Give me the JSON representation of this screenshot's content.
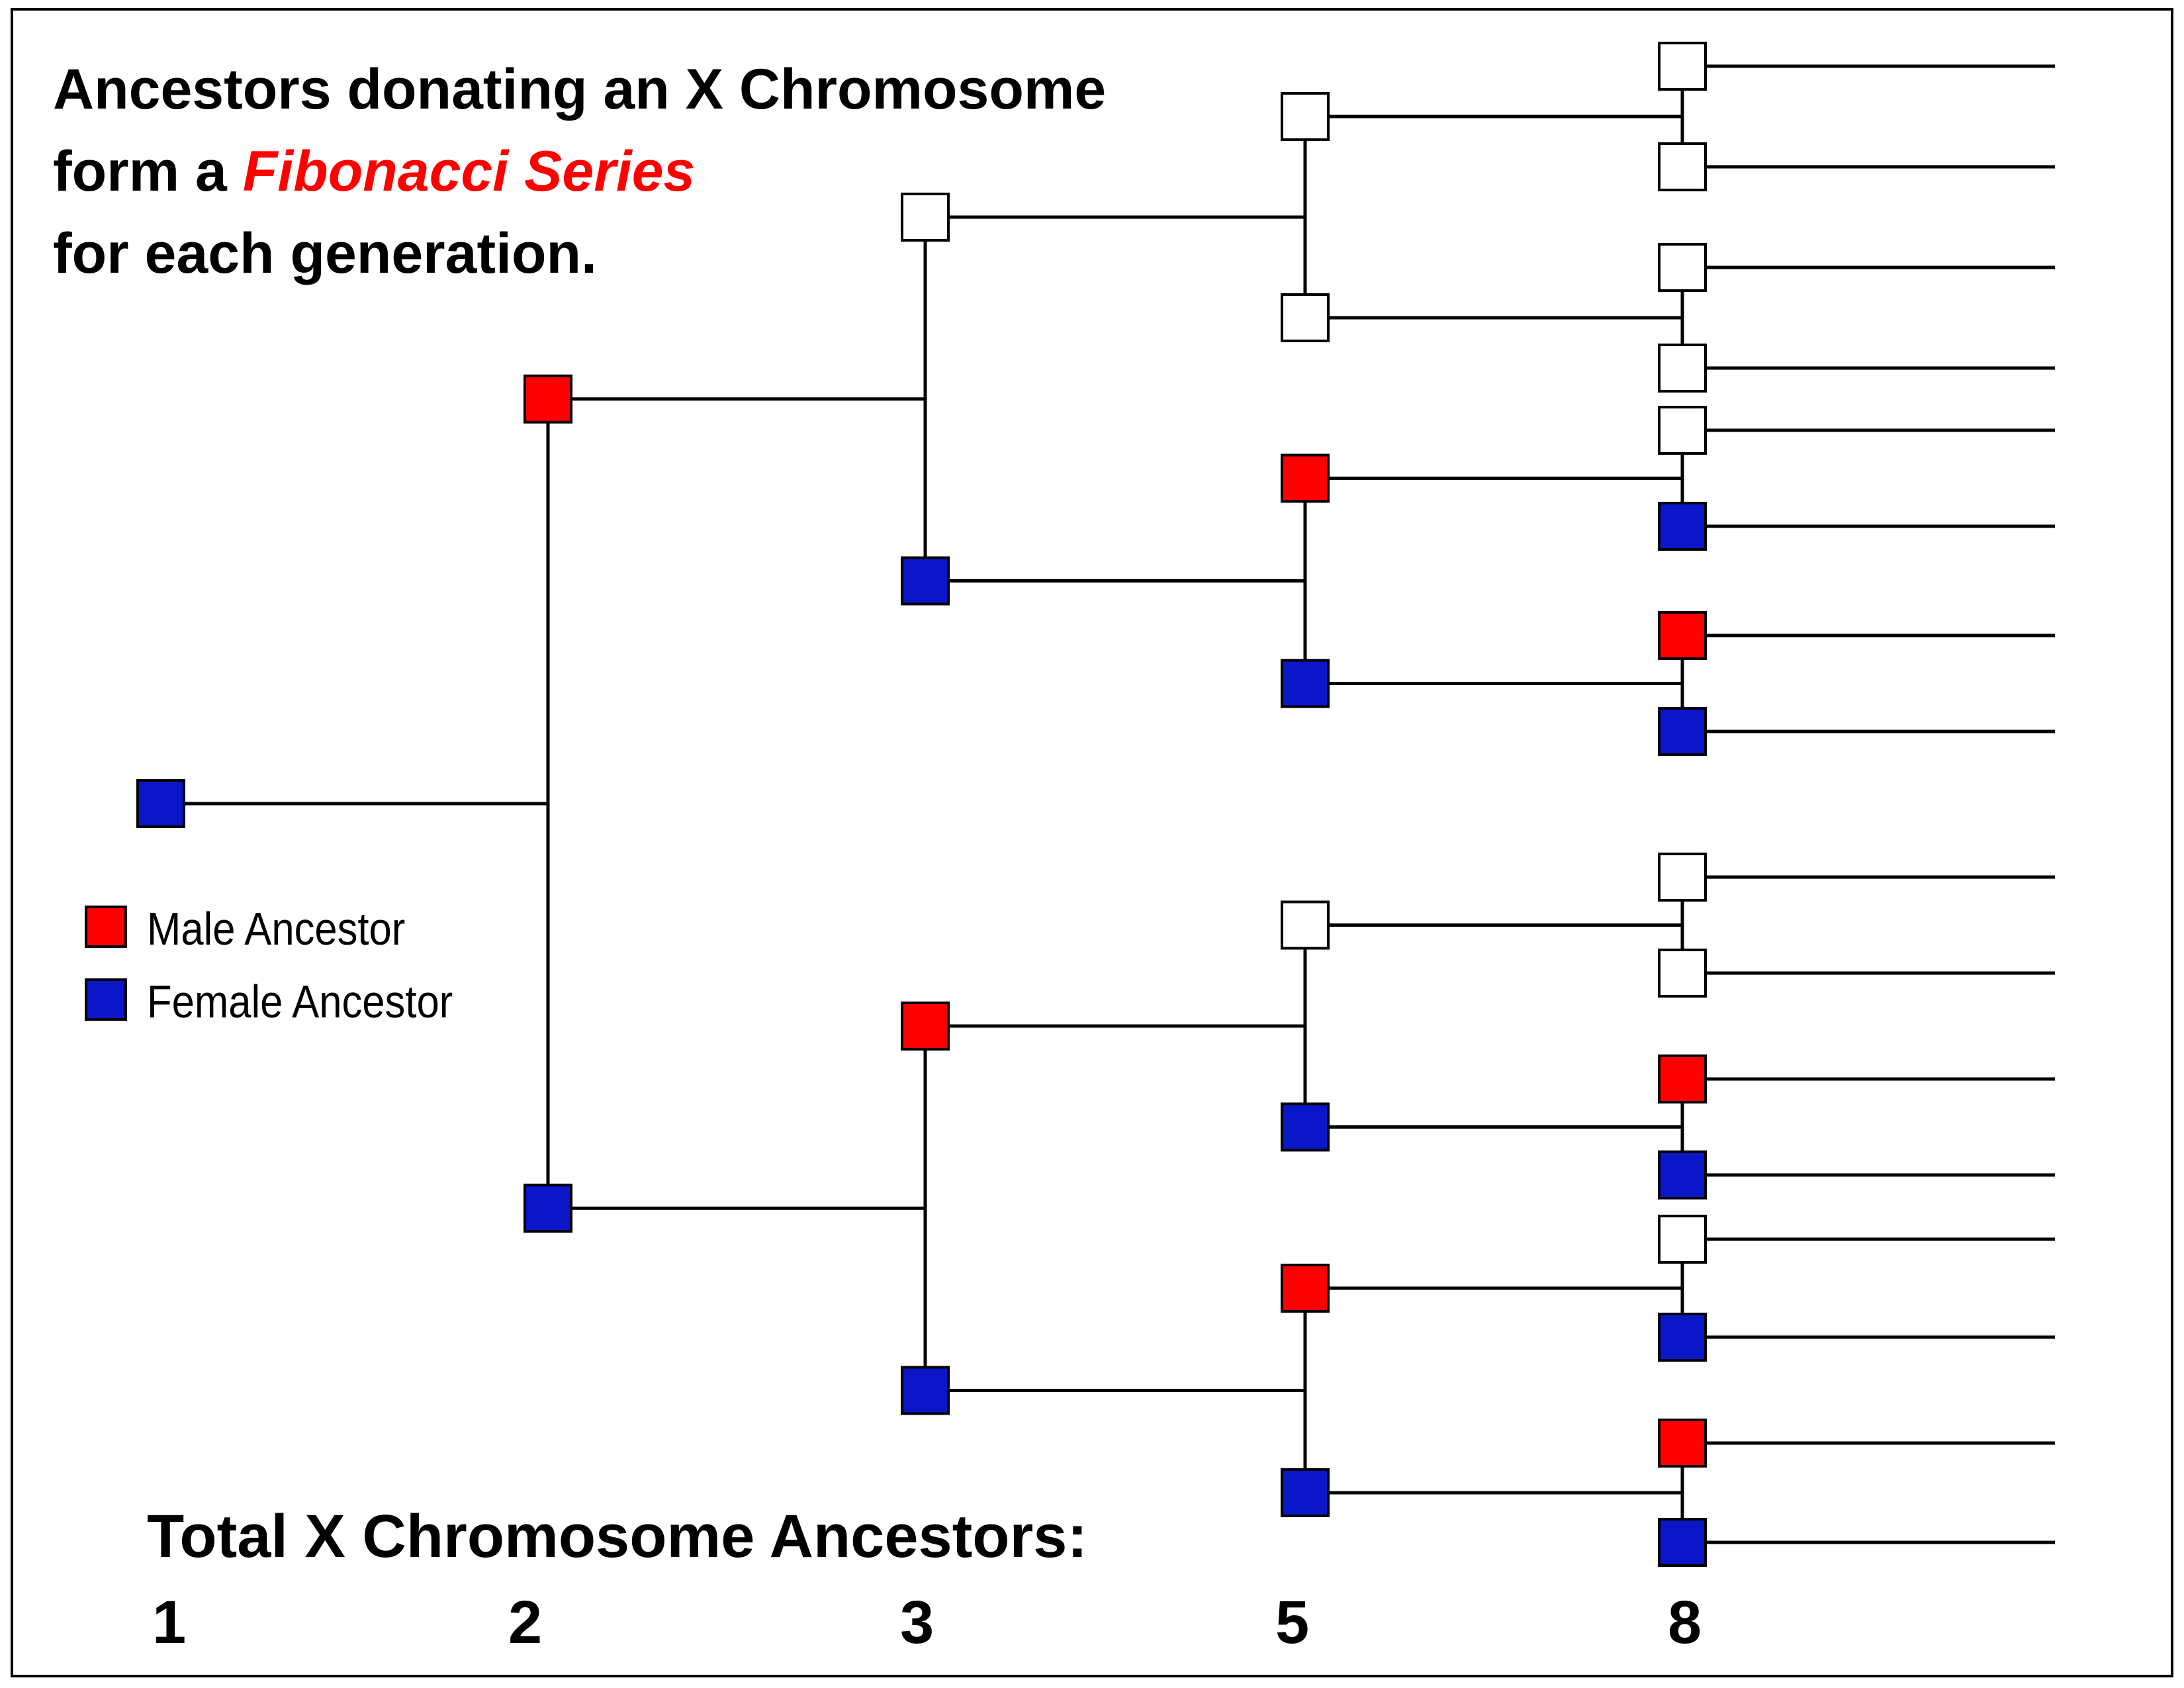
{
  "title": {
    "line1": "Ancestors donating an X Chromosome",
    "line2_prefix": "form a ",
    "line2_highlight": "Fibonacci Series",
    "line3": "for each generation."
  },
  "legend": {
    "male_label": "Male Ancestor",
    "female_label": "Female Ancestor"
  },
  "colors": {
    "male": "#ff0000",
    "female": "#0b16c8",
    "none": "#ffffff",
    "highlight": "#ff0000",
    "line": "#000000"
  },
  "footer": {
    "label": "Total X Chromosome Ancestors:",
    "counts": [
      "1",
      "2",
      "3",
      "5",
      "8"
    ]
  },
  "tree": {
    "generations": [
      [
        "female"
      ],
      [
        "male",
        "female"
      ],
      [
        "none",
        "female",
        "male",
        "female"
      ],
      [
        "none",
        "none",
        "male",
        "female",
        "none",
        "female",
        "male",
        "female"
      ],
      [
        "none",
        "none",
        "none",
        "none",
        "none",
        "female",
        "male",
        "female",
        "none",
        "none",
        "male",
        "female",
        "none",
        "female",
        "male",
        "female"
      ]
    ]
  }
}
